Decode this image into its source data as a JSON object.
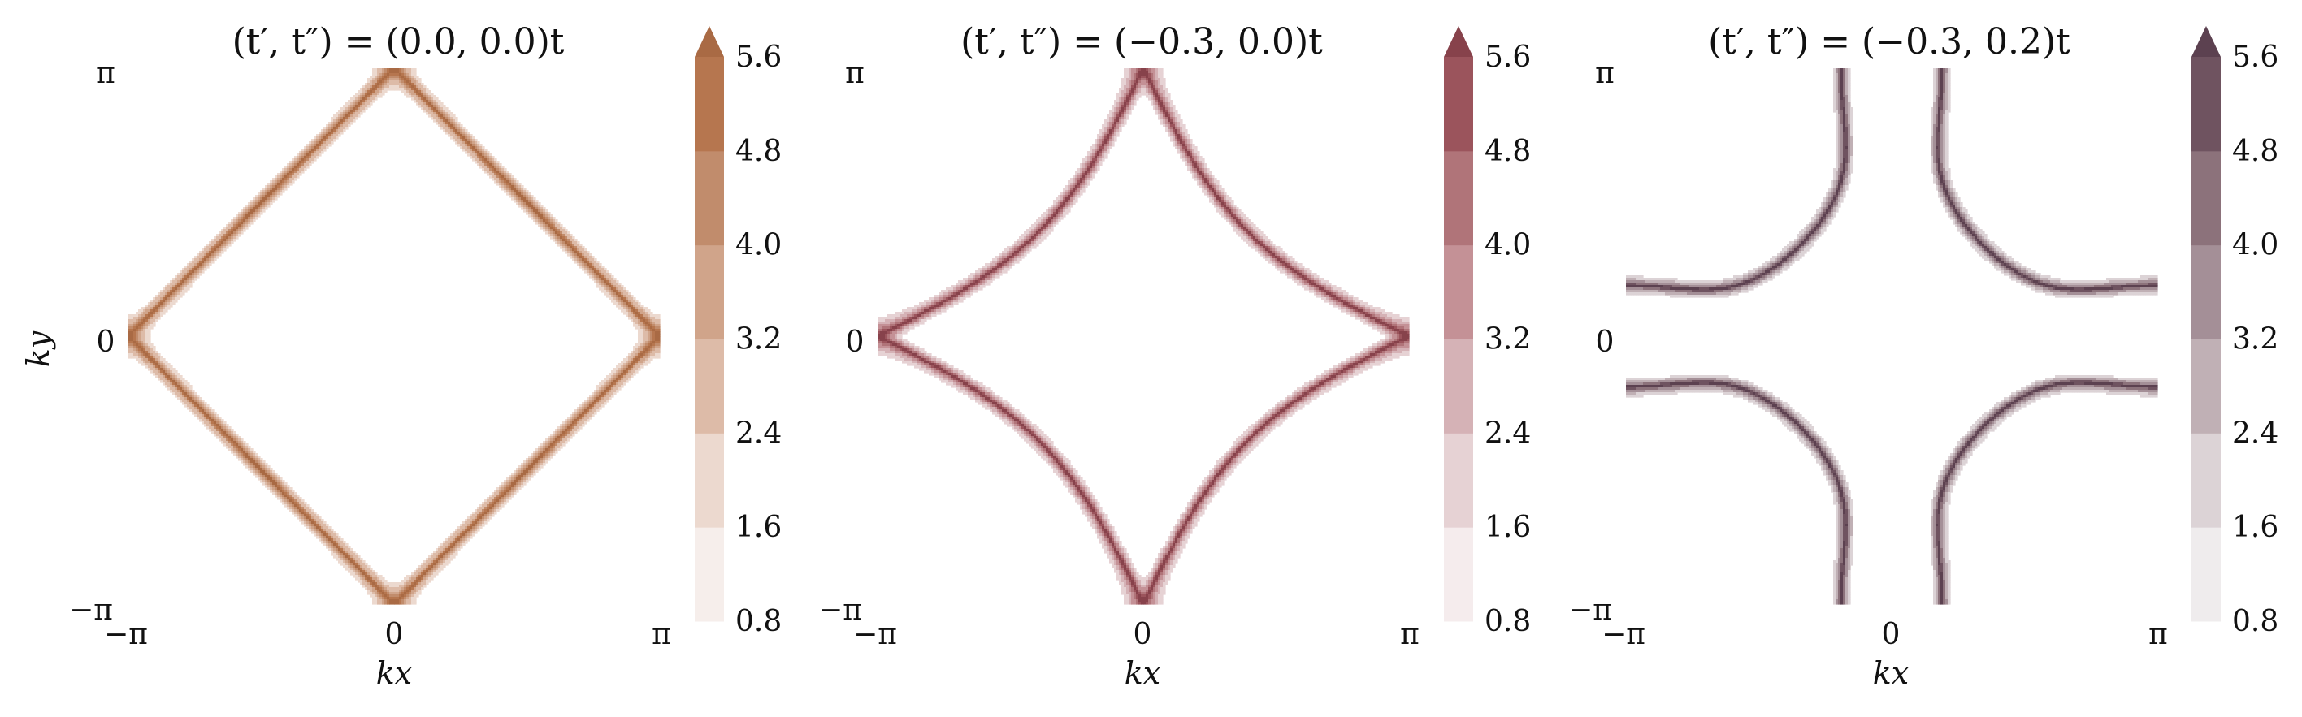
{
  "chart_data": [
    {
      "type": "contour",
      "title": "(t′, t″) = (0.0, 0.0)t",
      "xlabel": "kx",
      "ylabel": "ky",
      "x_tick_labels": [
        "−π",
        "0",
        "π"
      ],
      "y_tick_labels": [
        "−π",
        "0",
        "π"
      ],
      "xlim": [
        -3.1416,
        3.1416
      ],
      "ylim": [
        -3.1416,
        3.1416
      ],
      "params": {
        "tp": 0.0,
        "tpp": 0.0
      },
      "colorbar": {
        "levels": [
          0.8,
          1.6,
          2.4,
          3.2,
          4.0,
          4.8,
          5.6
        ],
        "tick_labels": [
          "0.8",
          "1.6",
          "2.4",
          "3.2",
          "4.0",
          "4.8",
          "5.6"
        ],
        "extend": "max",
        "colors": [
          "#f6eeeb",
          "#ecd9cf",
          "#ddbba8",
          "#d0a48a",
          "#c18c6c",
          "#b6764f",
          "#a96a44"
        ]
      }
    },
    {
      "type": "contour",
      "title": "(t′, t″) = (−0.3, 0.0)t",
      "xlabel": "kx",
      "ylabel": "",
      "x_tick_labels": [
        "−π",
        "0",
        "π"
      ],
      "y_tick_labels": [
        "−π",
        "0",
        "π"
      ],
      "xlim": [
        -3.1416,
        3.1416
      ],
      "ylim": [
        -3.1416,
        3.1416
      ],
      "params": {
        "tp": -0.3,
        "tpp": 0.0
      },
      "colorbar": {
        "levels": [
          0.8,
          1.6,
          2.4,
          3.2,
          4.0,
          4.8,
          5.6
        ],
        "tick_labels": [
          "0.8",
          "1.6",
          "2.4",
          "3.2",
          "4.0",
          "4.8",
          "5.6"
        ],
        "extend": "max",
        "colors": [
          "#f5eced",
          "#e6d2d4",
          "#d5b2b6",
          "#c49196",
          "#b07479",
          "#9b545c",
          "#87424b"
        ]
      }
    },
    {
      "type": "contour",
      "title": "(t′, t″) = (−0.3, 0.2)t",
      "xlabel": "kx",
      "ylabel": "",
      "x_tick_labels": [
        "−π",
        "0",
        "π"
      ],
      "y_tick_labels": [
        "−π",
        "0",
        "π"
      ],
      "xlim": [
        -3.1416,
        3.1416
      ],
      "ylim": [
        -3.1416,
        3.1416
      ],
      "params": {
        "tp": -0.3,
        "tpp": 0.2
      },
      "colorbar": {
        "levels": [
          0.8,
          1.6,
          2.4,
          3.2,
          4.0,
          4.8,
          5.6
        ],
        "tick_labels": [
          "0.8",
          "1.6",
          "2.4",
          "3.2",
          "4.0",
          "4.8",
          "5.6"
        ],
        "extend": "max",
        "colors": [
          "#efeced",
          "#dcd3d6",
          "#c0b0b5",
          "#a48f97",
          "#8c727b",
          "#6f5360",
          "#5c4150"
        ]
      }
    }
  ]
}
